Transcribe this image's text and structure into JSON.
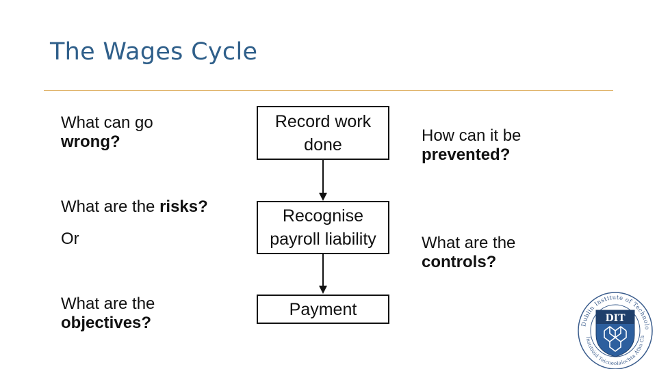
{
  "slide": {
    "title": "The Wages Cycle"
  },
  "left_column": {
    "q1_line1": "What can go",
    "q1_bold": "wrong?",
    "q2_plain": "What are the ",
    "q2_bold": "risks?",
    "or": "Or",
    "q3_line1": "What are the",
    "q3_bold": "objectives?"
  },
  "flow": {
    "steps": [
      {
        "line1": "Record work",
        "line2": "done"
      },
      {
        "line1": "Recognise",
        "line2": "payroll liability"
      },
      {
        "line1": "Payment",
        "line2": ""
      }
    ]
  },
  "right_column": {
    "q1_line1": "How can it be",
    "q1_bold": "prevented?",
    "q2_line1": "What are the",
    "q2_bold": "controls?"
  },
  "logo": {
    "initials": "DIT",
    "ring_text_top": "Dublin Institute of Technology",
    "ring_text_bottom": "Institiúid Teicneolaíochta Átha Cliath"
  }
}
